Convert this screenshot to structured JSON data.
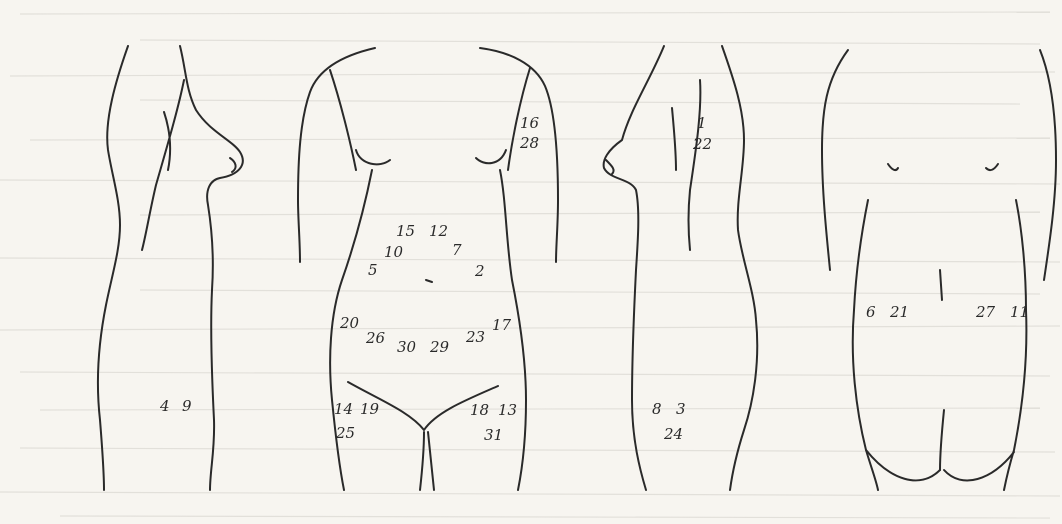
{
  "figures": {
    "side_view_left": {
      "labels": [
        "4",
        "9"
      ]
    },
    "front_view": {
      "labels": [
        "16",
        "28",
        "15",
        "12",
        "10",
        "7",
        "5",
        "2",
        "20",
        "26",
        "30",
        "29",
        "23",
        "17",
        "14",
        "19",
        "18",
        "13",
        "25",
        "31"
      ]
    },
    "side_view_right": {
      "labels": [
        "1",
        "22",
        "8",
        "3",
        "24"
      ]
    },
    "back_view": {
      "labels": [
        "6",
        "21",
        "27",
        "11"
      ]
    }
  },
  "colors": {
    "paper": "#f7f5f0",
    "ink": "#2a2a2a",
    "bleed_through": "#c9c6c0"
  }
}
